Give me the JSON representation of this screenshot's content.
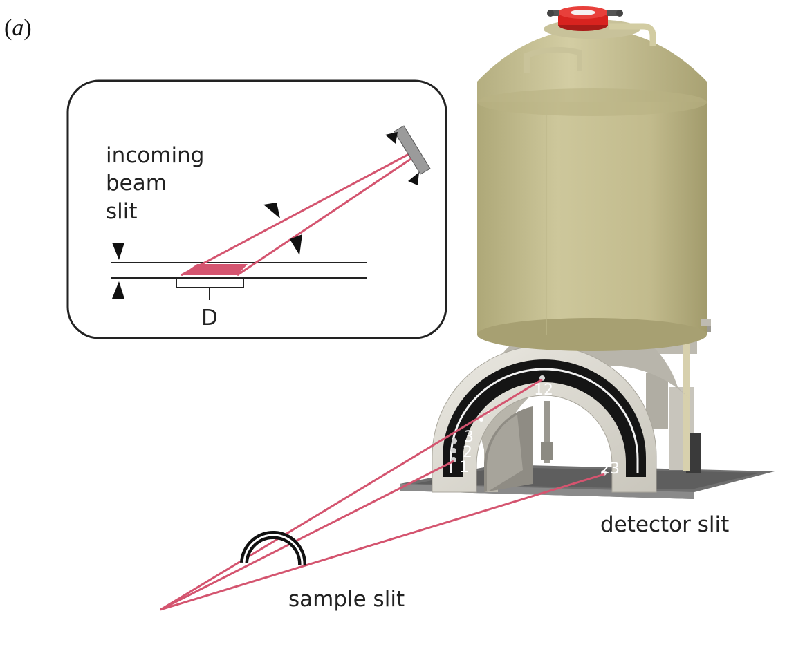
{
  "figure": {
    "panel_label_open": "(",
    "panel_label_letter": "a",
    "panel_label_close": ")"
  },
  "inset": {
    "line1": "incoming",
    "line2": "beam",
    "line3": "slit",
    "d_label": "D"
  },
  "labels": {
    "detector_slit": "detector slit",
    "sample_slit": "sample slit"
  },
  "detector_numbers": {
    "n12": "12",
    "n3": "3",
    "n2": "2",
    "n1": "1",
    "n23": "23"
  },
  "colors": {
    "beam": "#d4546f",
    "dewar": "#c4bd91",
    "dewar_shadow": "#a7a072",
    "cap": "#d8231f",
    "arch_stone": "#dcdad2",
    "arch_band": "#151515",
    "base_plate": "#7a7a7a"
  }
}
